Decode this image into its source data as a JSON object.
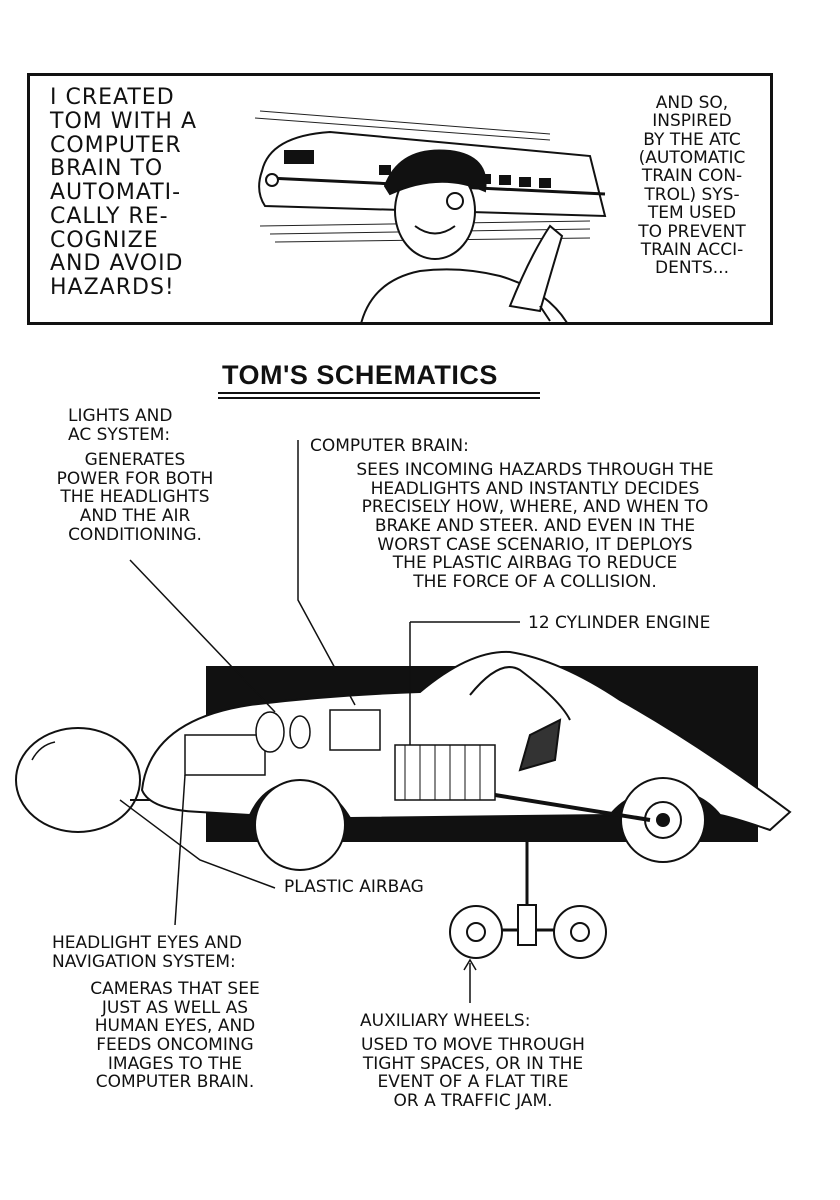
{
  "panel": {
    "narration_left": "I CREATED\nTOM WITH A\nCOMPUTER\nBRAIN TO\nAUTOMATI-\nCALLY RE-\nCOGNIZE\nAND AVOID\nHAZARDS!",
    "narration_right": "AND SO,\nINSPIRED\nBY THE ATC\n(AUTOMATIC\nTRAIN CON-\nTROL) SYS-\nTEM USED\nTO PREVENT\nTRAIN ACCI-\nDENTS..."
  },
  "title": "TOM'S SCHEMATICS",
  "labels": {
    "lights_heading": "LIGHTS AND\nAC SYSTEM:",
    "lights_body": "GENERATES\nPOWER FOR BOTH\nTHE HEADLIGHTS\nAND THE AIR\nCONDITIONING.",
    "brain_heading": "COMPUTER BRAIN:",
    "brain_body": "SEES INCOMING HAZARDS THROUGH THE\nHEADLIGHTS AND INSTANTLY DECIDES\nPRECISELY HOW, WHERE, AND WHEN TO\nBRAKE AND STEER. AND EVEN IN THE\nWORST CASE SCENARIO, IT DEPLOYS\nTHE PLASTIC AIRBAG TO REDUCE\nTHE FORCE OF A COLLISION.",
    "engine": "12 CYLINDER ENGINE",
    "airbag": "PLASTIC AIRBAG",
    "headlight_heading": "HEADLIGHT EYES AND\nNAVIGATION SYSTEM:",
    "headlight_body": "CAMERAS THAT SEE\nJUST AS WELL AS\nHUMAN EYES, AND\nFEEDS ONCOMING\nIMAGES TO THE\nCOMPUTER BRAIN.",
    "aux_heading": "AUXILIARY WHEELS:",
    "aux_body": "USED TO MOVE THROUGH\nTIGHT SPACES, OR IN THE\nEVENT OF A FLAT TIRE\nOR A TRAFFIC JAM."
  }
}
